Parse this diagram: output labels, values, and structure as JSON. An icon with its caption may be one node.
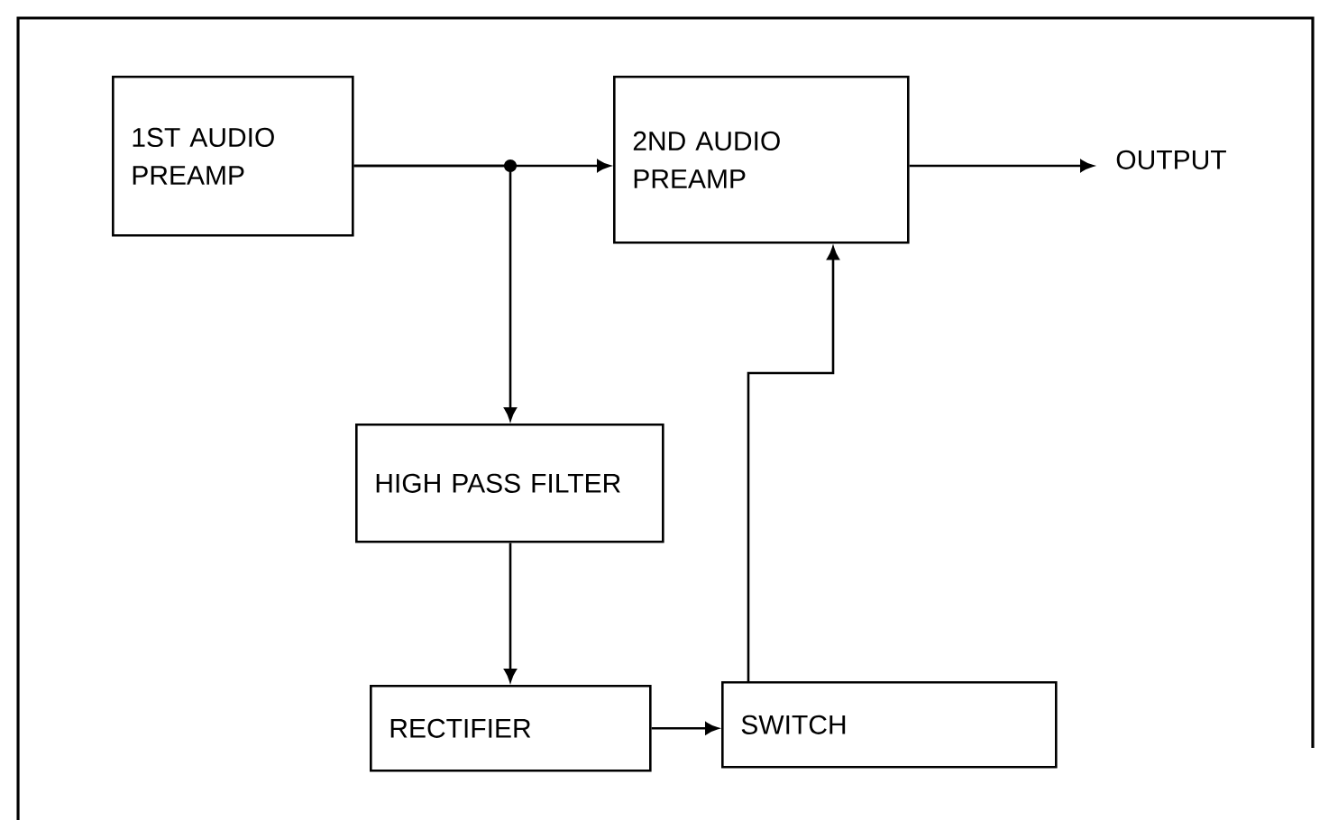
{
  "diagram": {
    "nodes": [
      {
        "text": [
          "1ST AUDIO PREAMP"
        ]
      },
      {
        "text": [
          "2ND AUDIO PREAMP"
        ]
      },
      {
        "text": [
          "OUTPUT"
        ]
      },
      {
        "text": [
          "HIGH PASS FILTER"
        ]
      },
      {
        "text": [
          "RECTIFIER"
        ]
      },
      {
        "text": [
          "SWITCH"
        ]
      }
    ],
    "edges": [
      {
        "from": 0,
        "to": 1,
        "arrow": "to"
      },
      {
        "from": 0,
        "to": 3,
        "arrow": "to"
      },
      {
        "from": 1,
        "to": 2,
        "arrow": "to"
      },
      {
        "from": 3,
        "to": 4,
        "arrow": "to"
      },
      {
        "from": 4,
        "to": 5,
        "arrow": "to"
      },
      {
        "from": 5,
        "to": 1,
        "arrow": "to"
      }
    ]
  }
}
